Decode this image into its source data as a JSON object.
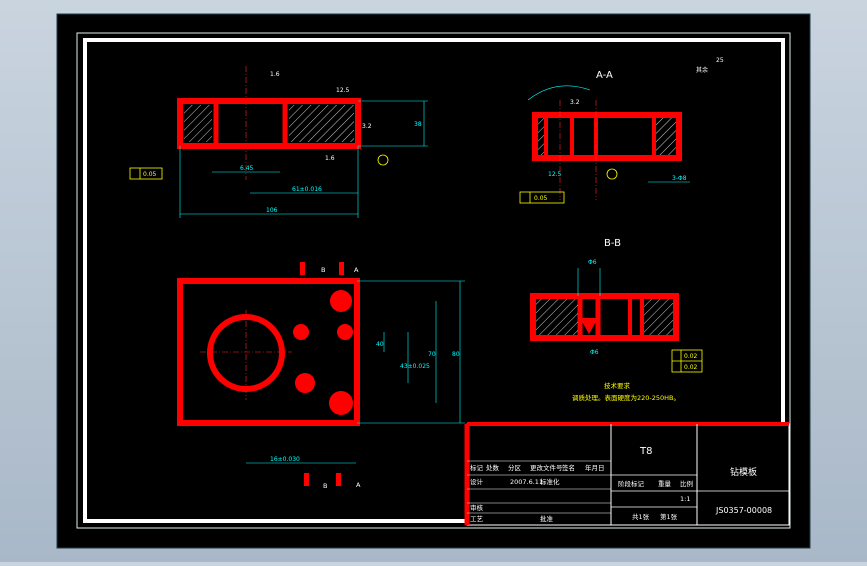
{
  "drawing": {
    "views": {
      "front_section": {
        "label": "A-A"
      },
      "bottom_section": {
        "label": "B-B"
      },
      "corner_roughness": "其余",
      "corner_roughness_value": "25"
    },
    "roughness": {
      "r1": "1.6",
      "r2": "12.5",
      "r3": "1.6",
      "r4": "3.2",
      "r5": "3.2"
    },
    "dimensions": {
      "top_overall": "106",
      "top_mid": "61±0.016",
      "top_small": "6.45",
      "right_height": "38",
      "aa_left": "12.5",
      "aa_right": "3-Φ8",
      "plan_h1": "40",
      "plan_h2": "70",
      "plan_h3": "80",
      "plan_v1": "43±0.025",
      "plan_bottom": "16±0.030",
      "bb_top": "Φ6",
      "bb_hole": "Φ6"
    },
    "tolerances": {
      "flatness_top": "0.05",
      "flatness_aa": "0.05",
      "perp_bb_1": "0.02",
      "perp_bb_2": "0.02"
    },
    "section_marks": {
      "b": "B",
      "a": "A"
    },
    "notes": {
      "title": "技术要求",
      "line1": "调质处理。表面硬度为220-250HB。"
    },
    "title_block": {
      "material": "T8",
      "part_name": "钻模板",
      "drawing_no": "JS0357-00008",
      "row_headers": [
        "标记",
        "处数",
        "分区",
        "更改文件号",
        "签名",
        "年月日"
      ],
      "design_label": "设计",
      "design_date": "2007.6.11",
      "std_label": "标准化",
      "review_label": "审核",
      "process_label": "工艺",
      "approve_label": "批准",
      "stage_label": "阶段标记",
      "weight_label": "重量",
      "scale_label": "比例",
      "scale_value": "1:1",
      "sheets_total": "共1张",
      "sheet_no": "第1张"
    }
  }
}
